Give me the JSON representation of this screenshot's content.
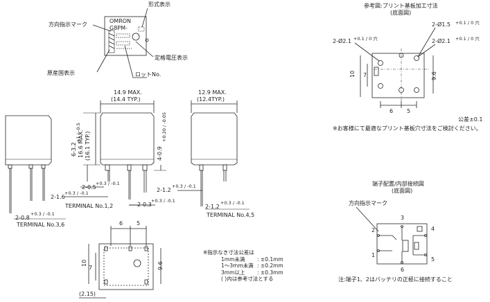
{
  "label_top": {
    "type_display": "形式表示",
    "direction_mark": "方向指示マーク",
    "rated_voltage": "定格電圧表示",
    "origin": "原産国表示",
    "lot_no": "ロットNo.",
    "brand": "OMRON",
    "model": "G8PM-"
  },
  "dims": {
    "width_max": "14.9 MAX.",
    "width_typ": "(14.4 TYP.)",
    "depth_max": "12.9 MAX.",
    "depth_typ": "(12.4TYP.)",
    "height_max": "16.6 MAX.",
    "height_typ": "(16.1 TYP.)",
    "pin_len_a": "6-3.2",
    "pin_len_a_tol": "+1 / -0.5",
    "pin_len_b": "4-0.9",
    "pin_len_b_tol": "+0.20 / -0.05",
    "w_2_16": "2-1.6",
    "w_2_05": "2-0.5",
    "w_2_03": "2-0.3",
    "w_2_12a": "2-1.2",
    "w_2_12b": "2-1.2",
    "w_2_08": "2-0.8",
    "tol_03_01": "+0.3 / -0.1",
    "terminal_12": "TERMINAL No.1,2",
    "terminal_36": "TERMINAL No.3,6",
    "terminal_45": "TERMINAL No.4,5",
    "bottom_6": "6",
    "bottom_5": "5",
    "bottom_10": "10",
    "bottom_7": "7",
    "bottom_96": "9.6",
    "bottom_215": "(2.15)"
  },
  "pcb": {
    "title": "参考図:プリント基板加工寸法",
    "subtitle": "(底面図)",
    "hole_15": "2-Ø1.5",
    "hole_21a": "2-Ø2.1",
    "hole_21b": "2-Ø2.1",
    "hole_tol": "+0.1 / 0 穴",
    "dim_10": "10",
    "dim_7": "7",
    "dim_96": "9.6",
    "dim_6": "6",
    "dim_5": "5",
    "tolerance": "公差±0.1",
    "note": "※お客様にて最適なプリント基板穴寸法をご検討ください。"
  },
  "tolerance_note": {
    "title": "※指示なき寸法公差は",
    "row1_l": "1mm未満",
    "row1_r": ":  ±0.1mm",
    "row2_l": "1〜3mm未満",
    "row2_r": ":  ±0.2mm",
    "row3_l": "3mm以上",
    "row3_r": ":  ±0.3mm",
    "row4": "(     )内は参考寸法とする"
  },
  "terminal": {
    "title": "端子配置/内部接続図",
    "subtitle": "(底面図)",
    "direction_mark": "方向指示マーク",
    "n1": "1",
    "n2": "2",
    "n3": "3",
    "n4": "4",
    "n5": "5",
    "n6": "6",
    "note": "注:端子1、2はバッテリの正極に接続すること"
  }
}
